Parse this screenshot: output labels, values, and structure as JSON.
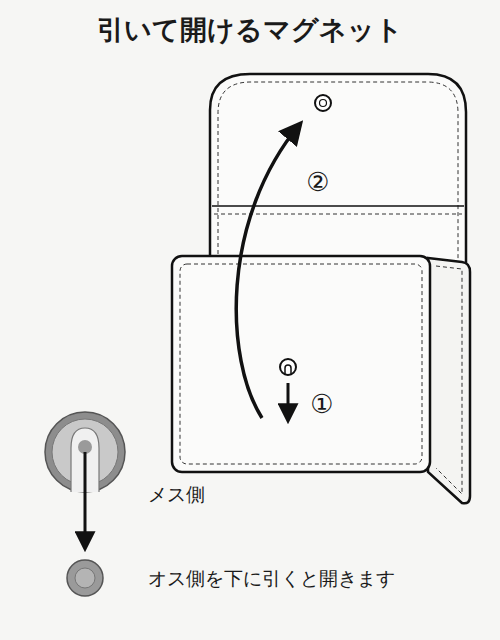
{
  "diagram": {
    "title": "引いて開けるマグネット",
    "labels": [
      "②",
      "①",
      "メス側",
      "オス側を下に引くと開きます"
    ]
  }
}
